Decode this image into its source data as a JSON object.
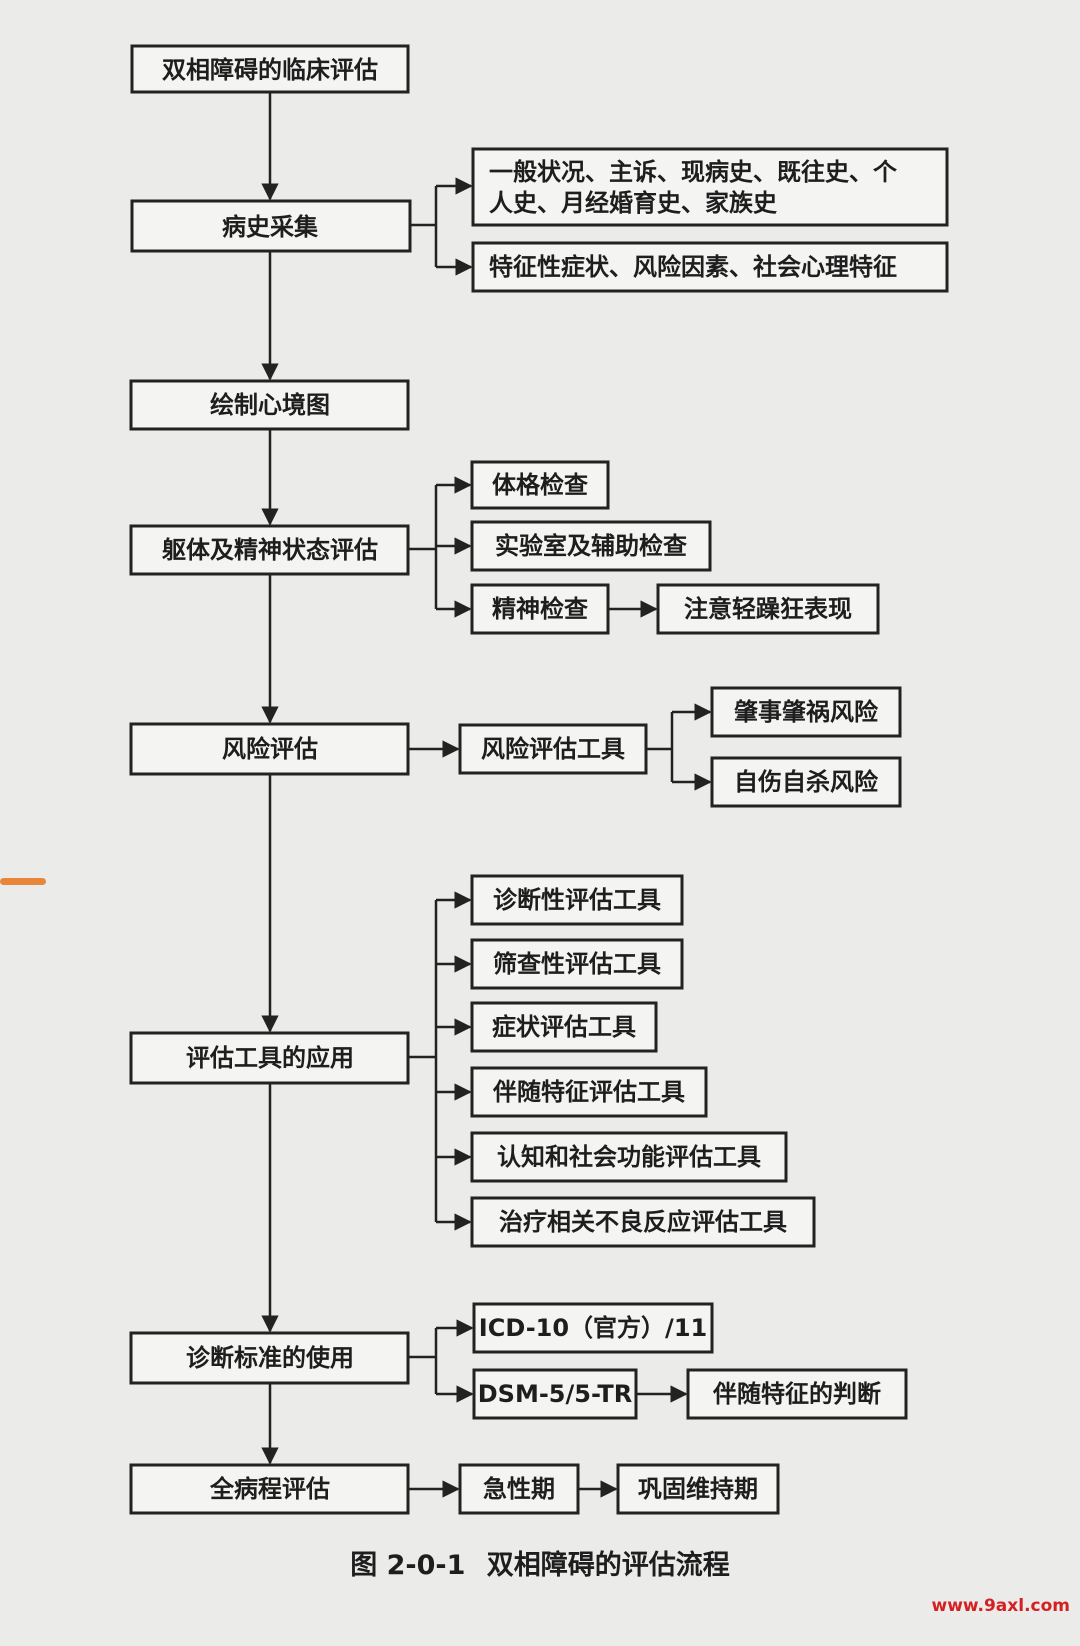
{
  "diagram": {
    "nodes": {
      "root": "双相障碍的临床评估",
      "history": "病史采集",
      "history_a1": "一般状况、主诉、现病史、既往史、个",
      "history_a2": "人史、月经婚育史、家族史",
      "history_b": "特征性症状、风险因素、社会心理特征",
      "mood_chart": "绘制心境图",
      "physical": "躯体及精神状态评估",
      "phys_exam": "体格检查",
      "lab_exam": "实验室及辅助检查",
      "mental_exam": "精神检查",
      "hypomania": "注意轻躁狂表现",
      "risk": "风险评估",
      "risk_tool": "风险评估工具",
      "risk_a": "肇事肇祸风险",
      "risk_b": "自伤自杀风险",
      "tools": "评估工具的应用",
      "tool_diag": "诊断性评估工具",
      "tool_screen": "筛查性评估工具",
      "tool_symptom": "症状评估工具",
      "tool_feature": "伴随特征评估工具",
      "tool_cognitive": "认知和社会功能评估工具",
      "tool_adverse": "治疗相关不良反应评估工具",
      "criteria": "诊断标准的使用",
      "icd": "ICD-10（官方）/11",
      "dsm": "DSM-5/5-TR",
      "dsm_feature": "伴随特征的判断",
      "course": "全病程评估",
      "acute": "急性期",
      "maintenance": "巩固维持期"
    }
  },
  "caption": {
    "number": "图 2-0-1",
    "title": "双相障碍的评估流程"
  },
  "watermark": "www.9axl.com",
  "colors": {
    "background": "#ebebe9",
    "box_fill": "#f4f4f2",
    "line": "#222222",
    "watermark": "#d42020",
    "side_mark": "#e8873a"
  }
}
